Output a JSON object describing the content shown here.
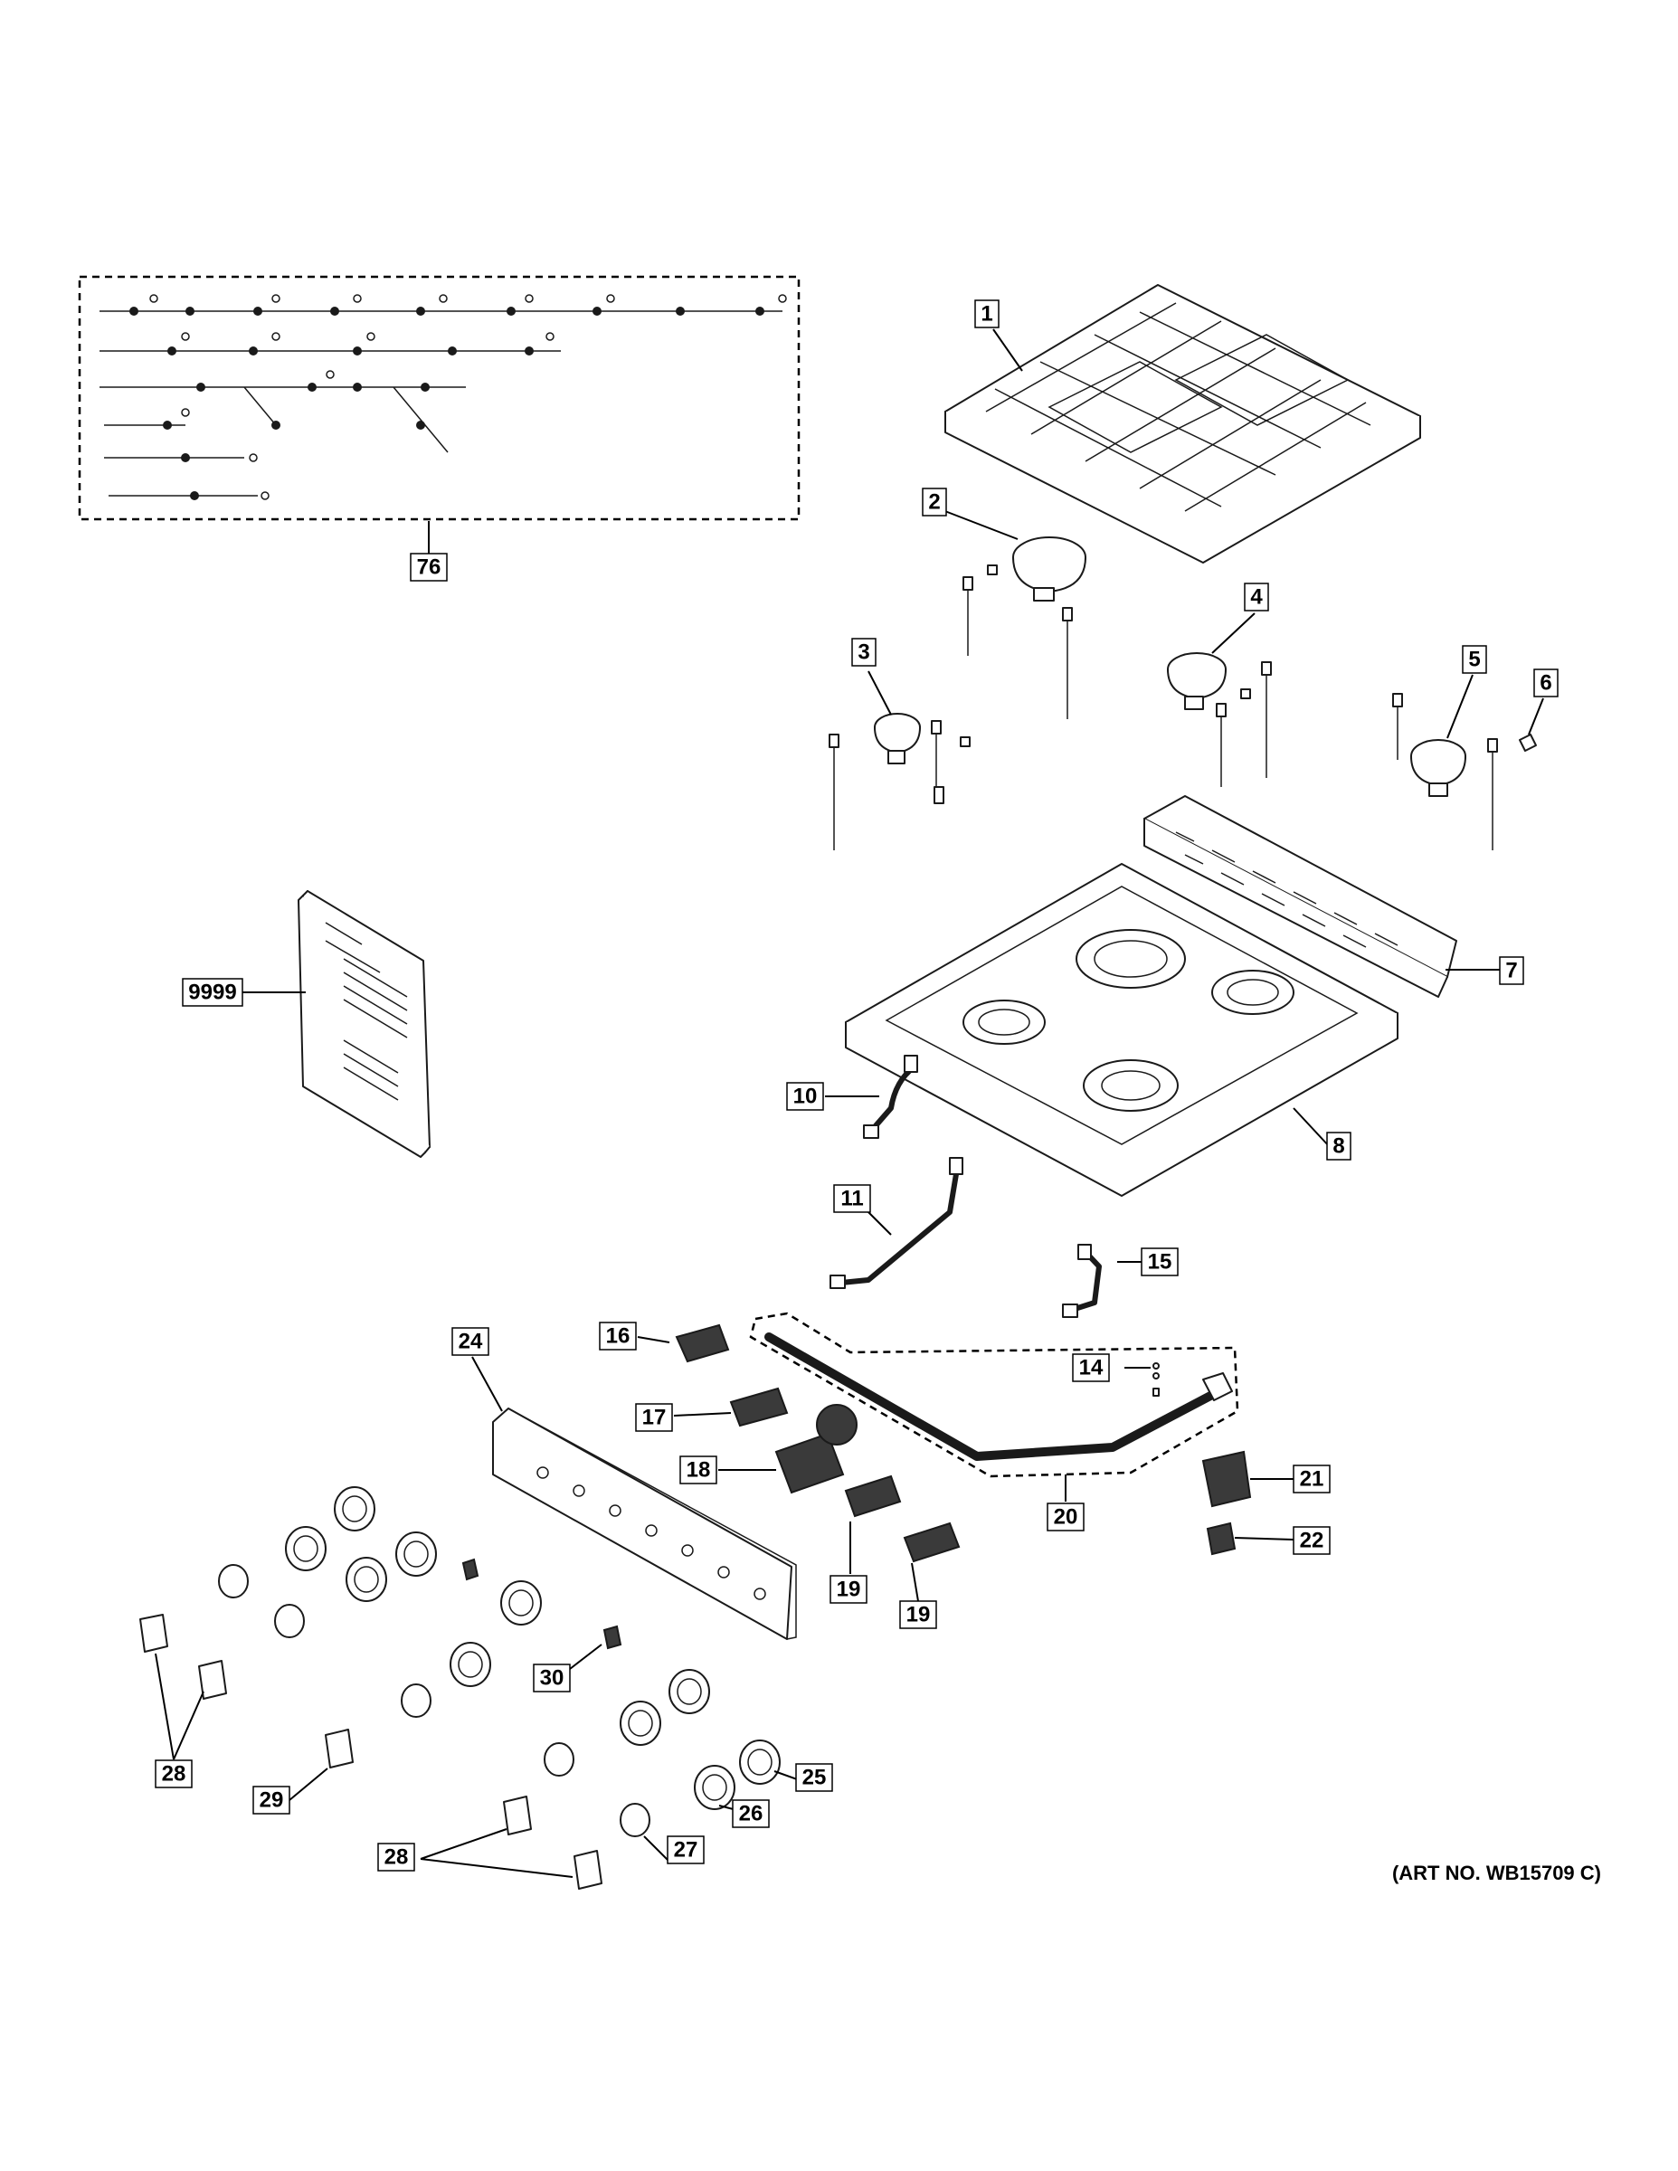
{
  "art_number": "(ART NO. WB15709 C)",
  "callouts": {
    "c1": "1",
    "c2": "2",
    "c3": "3",
    "c4": "4",
    "c5": "5",
    "c6": "6",
    "c7": "7",
    "c8": "8",
    "c9999": "9999",
    "c10": "10",
    "c11": "11",
    "c14": "14",
    "c15": "15",
    "c16": "16",
    "c17": "17",
    "c18": "18",
    "c19a": "19",
    "c19b": "19",
    "c20": "20",
    "c21": "21",
    "c22": "22",
    "c24": "24",
    "c25": "25",
    "c26": "26",
    "c27": "27",
    "c28a": "28",
    "c28b": "28",
    "c29": "29",
    "c30": "30",
    "c76": "76"
  }
}
